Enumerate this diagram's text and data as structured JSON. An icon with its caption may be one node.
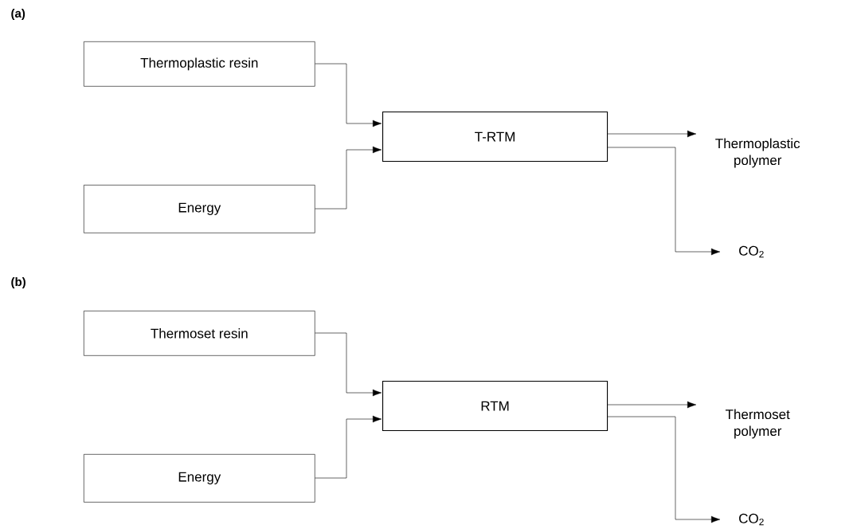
{
  "diagram": {
    "nodes": [
      {
        "text": [
          "Thermoplastic resin"
        ]
      },
      {
        "text": [
          "Energy"
        ]
      },
      {
        "text": [
          "T-RTM"
        ]
      },
      {
        "text": [
          "Thermoplastic polymer"
        ]
      },
      {
        "text": [
          "CO$_{2}$"
        ]
      },
      {
        "text": [
          "Thermoset resin"
        ]
      },
      {
        "text": [
          "Energy"
        ]
      },
      {
        "text": [
          "RTM"
        ]
      },
      {
        "text": [
          "Thermoset polymer"
        ]
      },
      {
        "text": [
          "CO$_{2}$"
        ]
      }
    ],
    "edges": [
      {
        "from": 0,
        "to": 2,
        "arrow": "to"
      },
      {
        "from": 1,
        "to": 2,
        "arrow": "to"
      },
      {
        "from": 2,
        "to": 3,
        "arrow": "to"
      },
      {
        "from": 2,
        "to": 4,
        "arrow": "to"
      },
      {
        "from": 5,
        "to": 7,
        "arrow": "to"
      },
      {
        "from": 6,
        "to": 7,
        "arrow": "to"
      },
      {
        "from": 7,
        "to": 8,
        "arrow": "to"
      },
      {
        "from": 7,
        "to": 9,
        "arrow": "to"
      }
    ],
    "labels": [
      "(a)",
      "(b)"
    ]
  }
}
